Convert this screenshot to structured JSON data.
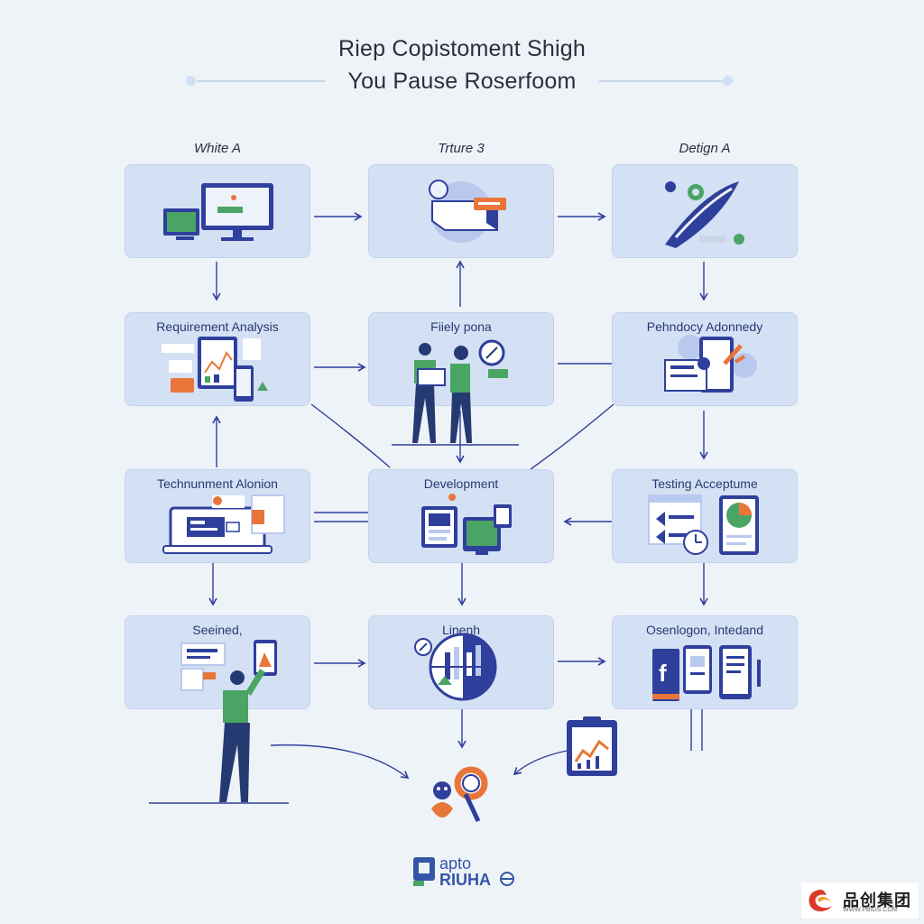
{
  "header": {
    "title_line1": "Riep Copistoment Shigh",
    "title_line2": "You Pause Roserfoom"
  },
  "columns": [
    "White A",
    "Trture 3",
    "Detign A"
  ],
  "boxes": {
    "b1": "",
    "b2": "",
    "b3": "",
    "b4": "Requirement Analysis",
    "b5": "Fiiely pona",
    "b6": "Pehndocy Adonnedy",
    "b7": "Technunment Alonion",
    "b8": "Development",
    "b9": "Testing Acceptume",
    "b10": "Seeined,",
    "b11": "Linenh",
    "b12": "Osenlogon, Intedand"
  },
  "logo": {
    "line1": "apto",
    "line2": "RIUHA"
  },
  "watermark": {
    "text": "品创集团",
    "sub": "WWW.PBIDS.COM"
  },
  "colors": {
    "accent_blue": "#2f3f9c",
    "accent_green": "#4aa564",
    "accent_orange": "#e8763a",
    "box_fill": "#d4e0f4",
    "background": "#eef3f8"
  },
  "icons": [
    "desktop-monitor-icon",
    "box-package-icon",
    "design-pen-icon",
    "tablet-chart-icon",
    "team-people-icon",
    "gear-settings-icon",
    "laptop-icon",
    "app-windows-icon",
    "pie-chart-phone-icon",
    "person-presenting-icon",
    "globe-chart-icon",
    "social-phones-icon",
    "clipboard-chart-icon",
    "magnifier-icon"
  ]
}
